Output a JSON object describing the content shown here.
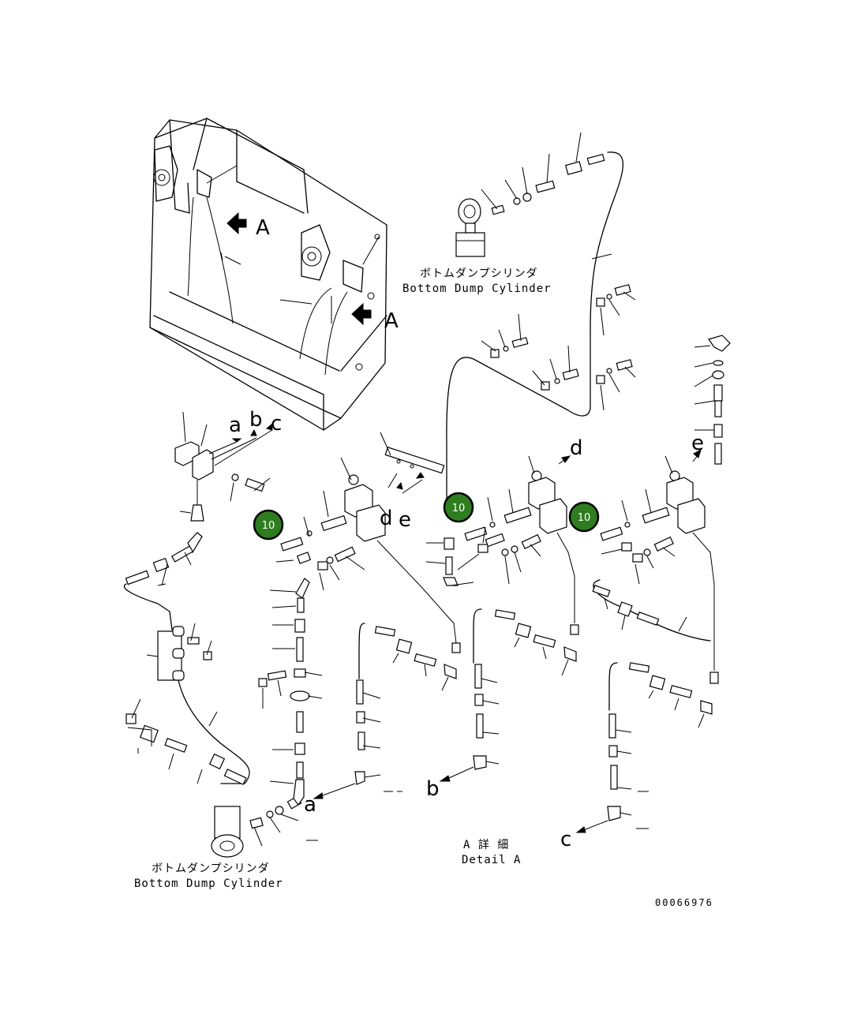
{
  "labels": {
    "view_a_top": "A",
    "view_a_side": "A",
    "a": "a",
    "b": "b",
    "c": "c",
    "d": "d",
    "e": "e",
    "a_bottom": "a",
    "b_bottom": "b",
    "c_bottom": "c",
    "d_right": "d",
    "e_right": "e"
  },
  "captions": {
    "cylinder_top_jp": "ボトムダンプシリンダ",
    "cylinder_top_en": "Bottom Dump Cylinder",
    "cylinder_bottom_jp": "ボトムダンプシリンダ",
    "cylinder_bottom_en": "Bottom Dump Cylinder",
    "detail_jp": "A 詳 細",
    "detail_en": "Detail A"
  },
  "badges": [
    {
      "label": "10"
    },
    {
      "label": "10"
    },
    {
      "label": "10"
    }
  ],
  "document_number": "00066976",
  "colors": {
    "badge_fill": "#2e7d1f",
    "line": "#000000",
    "background": "#ffffff"
  }
}
